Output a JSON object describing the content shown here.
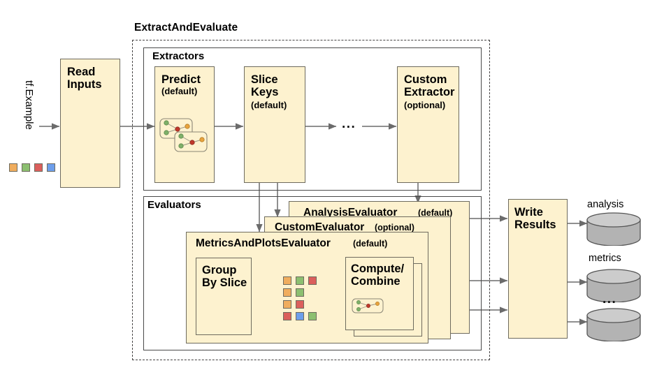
{
  "diagram": {
    "title": "ExtractAndEvaluate",
    "input_label": "tf.Example"
  },
  "colors": {
    "card_fill": "#FDF2CF",
    "card_border": "#6E6B5E",
    "box_border": "#4a4a4a",
    "dashed_border": "#444242",
    "arrow": "#6b6b6b",
    "chip_orange": "#F0AD5E",
    "chip_green": "#8CBF70",
    "chip_red": "#DB5F5C",
    "chip_blue": "#6D9EEB",
    "cylinder_fill": "#B3B3B3",
    "cylinder_top": "#CCCCCC",
    "cylinder_border": "#555555"
  },
  "stages": {
    "read_inputs": {
      "label": "Read\nInputs"
    },
    "write_results": {
      "label": "Write\nResults"
    }
  },
  "extractors": {
    "section_label": "Extractors",
    "items": [
      {
        "title": "Predict",
        "subtitle": "(default)",
        "has_glyph": true
      },
      {
        "title": "Slice\nKeys",
        "subtitle": "(default)",
        "has_glyph": false
      },
      {
        "title": "Custom\nExtractor",
        "subtitle": "(optional)",
        "has_glyph": false
      }
    ],
    "ellipsis": "..."
  },
  "evaluators": {
    "section_label": "Evaluators",
    "cards": [
      {
        "title": "AnalysisEvaluator",
        "subtitle": "(default)"
      },
      {
        "title": "CustomEvaluator",
        "subtitle": "(optional)"
      },
      {
        "title": "MetricsAndPlotsEvaluator",
        "subtitle": "(default)"
      }
    ],
    "group_by_slice": {
      "label": "Group\nBy Slice"
    },
    "compute_combine": {
      "label": "Compute/\nCombine"
    },
    "slice_chip_rows": [
      [
        "chip_orange",
        "chip_green",
        "chip_red"
      ],
      [
        "chip_orange",
        "chip_green"
      ],
      [
        "chip_orange",
        "chip_red"
      ],
      [
        "chip_red",
        "chip_blue",
        "chip_green"
      ]
    ]
  },
  "input_chips": [
    "chip_orange",
    "chip_green",
    "chip_red",
    "chip_blue"
  ],
  "outputs": {
    "items": [
      {
        "label": "analysis"
      },
      {
        "label": "metrics"
      },
      {
        "label": "..."
      }
    ]
  }
}
